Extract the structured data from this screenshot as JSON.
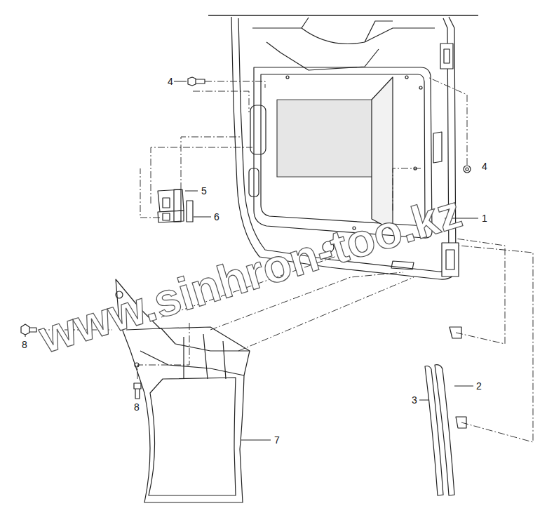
{
  "diagram": {
    "labels": [
      "4",
      "4",
      "5",
      "6",
      "1",
      "8",
      "2",
      "3",
      "8",
      "7",
      "www.sinhron-too.kz"
    ]
  }
}
